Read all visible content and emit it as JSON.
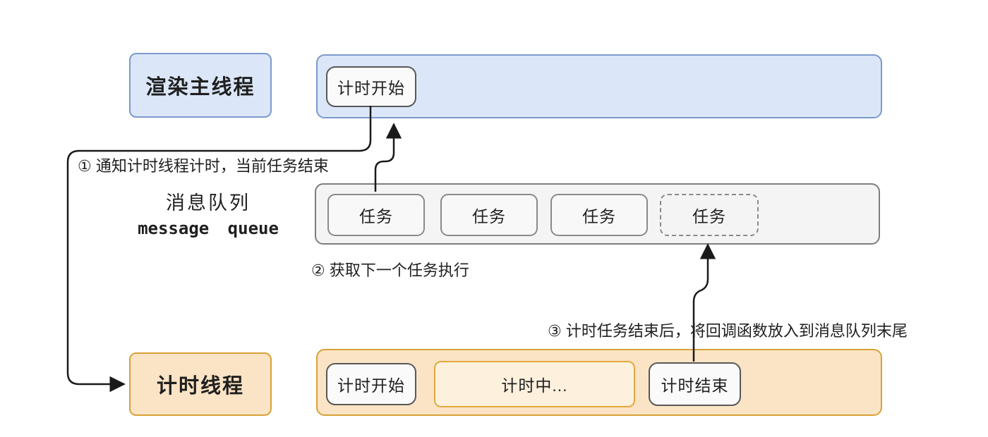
{
  "colors": {
    "blue-fill": "#dbe7f8",
    "blue-border": "#7b99cc",
    "orange-fill": "#fbe4c5",
    "orange-border": "#d8a138",
    "orange-light-fill": "#fdf0dd",
    "orange-light-border": "#e2a93f",
    "chip-fill": "#fafafa",
    "chip-border": "#585858",
    "gray-fill": "#f4f4f4",
    "gray-border": "#7d7d7d",
    "task-fill": "#f8f8f8",
    "task-border": "#8a8a8a",
    "ink": "#1f1f1f",
    "arrow": "#1a1a1a"
  },
  "render_thread": {
    "label": "渲染主线程"
  },
  "main_thread_bar": {
    "timer_start_label": "计时开始"
  },
  "message_queue": {
    "label_cn": "消息队列",
    "label_en": "message queue",
    "tasks": [
      {
        "label": "任务",
        "style": "solid"
      },
      {
        "label": "任务",
        "style": "solid"
      },
      {
        "label": "任务",
        "style": "solid"
      },
      {
        "label": "任务",
        "style": "dashed"
      }
    ]
  },
  "annotations": {
    "step1": "① 通知计时线程计时，当前任务结束",
    "step2": "② 获取下一个任务执行",
    "step3": "③ 计时任务结束后，将回调函数放入到消息队列末尾"
  },
  "timer_thread": {
    "label": "计时线程",
    "steps": {
      "start": "计时开始",
      "running": "计时中...",
      "end": "计时结束"
    }
  }
}
